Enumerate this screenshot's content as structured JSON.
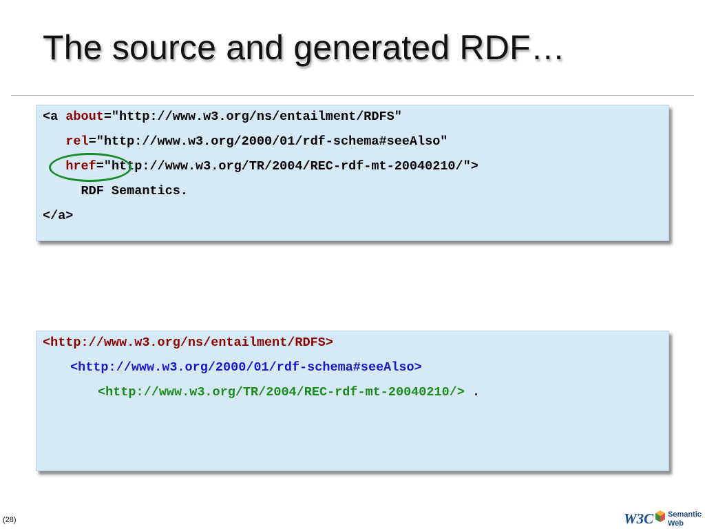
{
  "slide": {
    "title": "The source and generated RDF…",
    "page_number": "(28)"
  },
  "html_source": {
    "line1": {
      "open": "<a ",
      "attr": "about",
      "rest": "=\"http://www.w3.org/ns/entailment/RDFS\""
    },
    "line2": {
      "indent": "   ",
      "attr": "rel",
      "rest": "=\"http://www.w3.org/2000/01/rdf-schema#seeAlso\""
    },
    "line3": {
      "indent": "   ",
      "attr": "href",
      "rest": "=\"http://www.w3.org/TR/2004/REC-rdf-mt-20040210/\">"
    },
    "line4": "     RDF Semantics.",
    "line5": "</a>"
  },
  "generated_rdf": {
    "subject": "<http://www.w3.org/ns/entailment/RDFS>",
    "predicate": "<http://www.w3.org/2000/01/rdf-schema#seeAlso>",
    "object": "<http://www.w3.org/TR/2004/REC-rdf-mt-20040210/>",
    "terminator": " ."
  },
  "logo": {
    "w3c_text": "W3C",
    "label_line1": "Semantic",
    "label_line2": "Web"
  },
  "colors": {
    "attribute": "#8b0000",
    "subject": "#8b0000",
    "predicate": "#1818c8",
    "object": "#1c8a1c",
    "box_background": "#d6eaf6",
    "highlight_ring": "#1b8a2a"
  }
}
